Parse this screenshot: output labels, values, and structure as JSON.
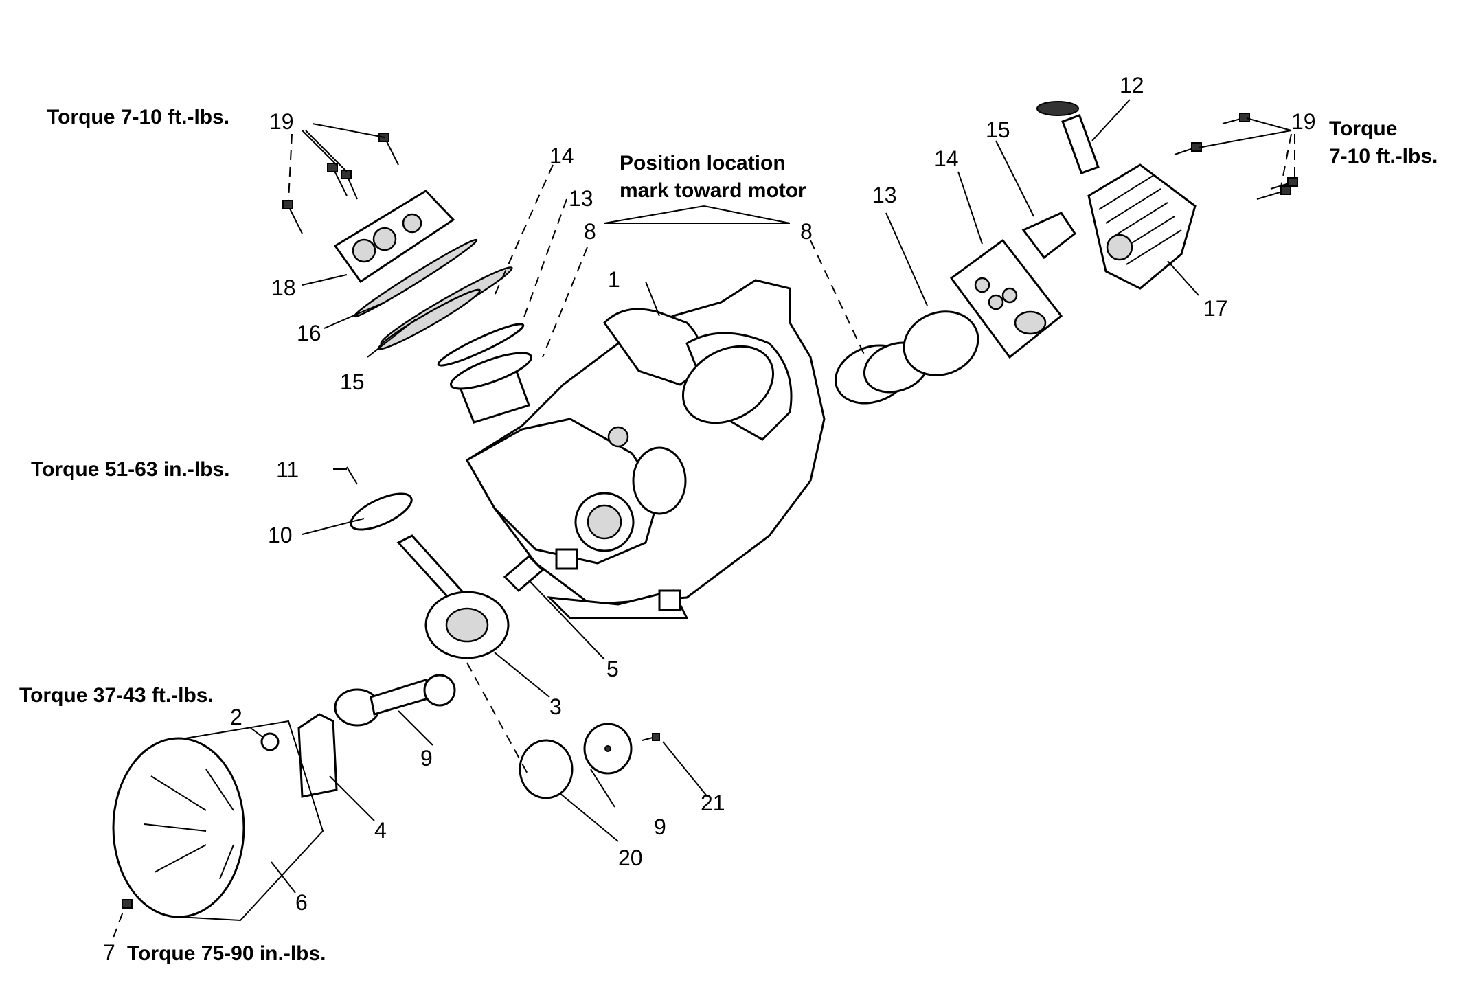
{
  "notes": {
    "torque_head_left": "Torque 7-10 ft.-lbs.",
    "torque_head_right_1": "Torque",
    "torque_head_right_2": "7-10 ft.-lbs.",
    "position_1": "Position location",
    "position_2": "mark toward motor",
    "torque_11": "Torque 51-63 in.-lbs.",
    "torque_2": "Torque 37-43 ft.-lbs.",
    "torque_7": "Torque 75-90 in.-lbs."
  },
  "callouts": {
    "c1": "1",
    "c2": "2",
    "c3": "3",
    "c4": "4",
    "c5": "5",
    "c6": "6",
    "c7": "7",
    "c8a": "8",
    "c8b": "8",
    "c9a": "9",
    "c9b": "9",
    "c10": "10",
    "c11": "11",
    "c12": "12",
    "c13a": "13",
    "c13b": "13",
    "c14a": "14",
    "c14b": "14",
    "c15a": "15",
    "c15b": "15",
    "c16": "16",
    "c17": "17",
    "c18": "18",
    "c19a": "19",
    "c19b": "19",
    "c20": "20",
    "c21": "21"
  }
}
